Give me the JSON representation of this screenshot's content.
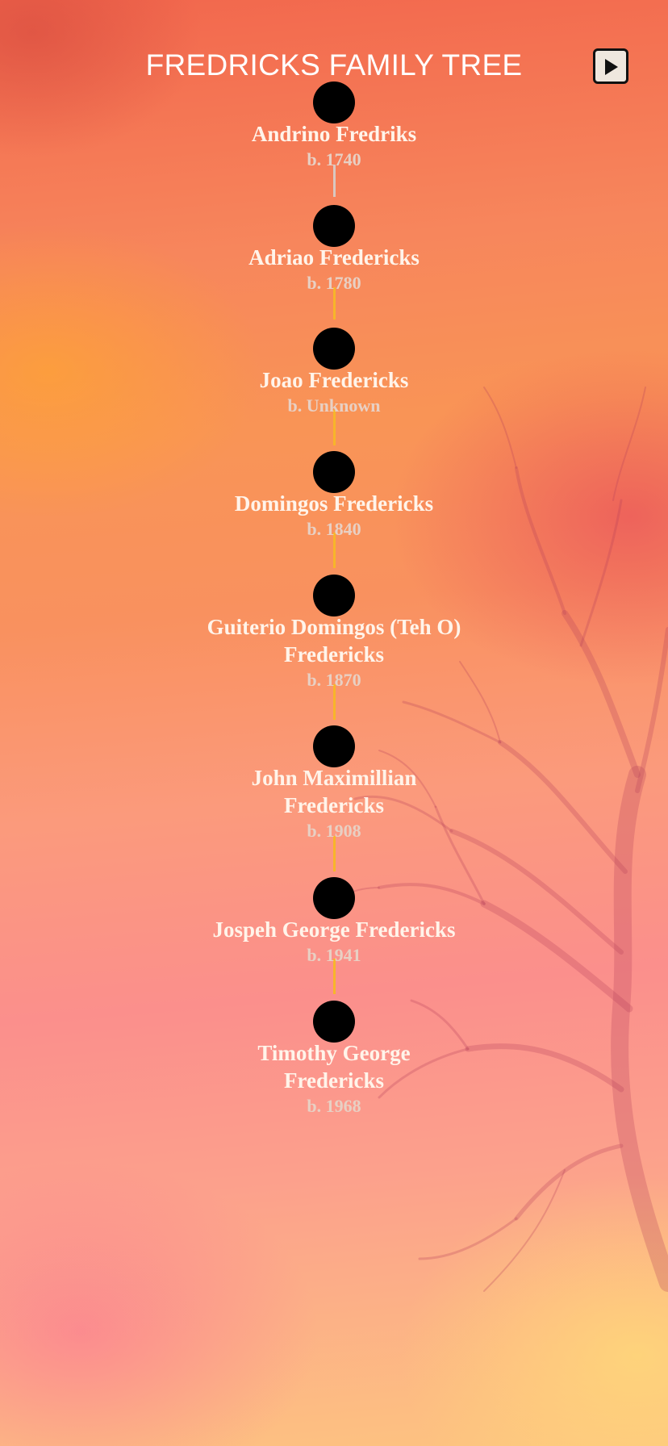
{
  "header": {
    "title": "FREDRICKS FAMILY TREE",
    "play_icon": "play-icon"
  },
  "colors": {
    "first_connector": "#d9c8c0",
    "connector": "#f7b52a",
    "node": "#000000",
    "name_text": "#fff4ea",
    "birth_text": "#e8d0c4"
  },
  "people": [
    {
      "name": "Andrino Fredriks",
      "birth": "b. 1740"
    },
    {
      "name": "Adriao Fredericks",
      "birth": "b. 1780"
    },
    {
      "name": "Joao Fredericks",
      "birth": "b. Unknown"
    },
    {
      "name": "Domingos Fredericks",
      "birth": "b. 1840"
    },
    {
      "name": "Guiterio Domingos (Teh O) Fredericks",
      "birth": "b. 1870"
    },
    {
      "name": "John Maximillian Fredericks",
      "birth": "b. 1908"
    },
    {
      "name": "Jospeh George Fredericks",
      "birth": "b. 1941"
    },
    {
      "name": "Timothy George Fredericks",
      "birth": "b. 1968"
    }
  ]
}
